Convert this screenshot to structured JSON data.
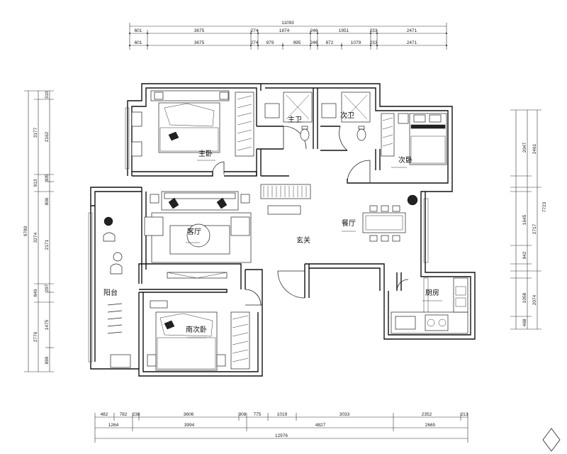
{
  "rooms": {
    "master_bedroom": "主卧",
    "master_bath": "主卫",
    "second_bath": "次卫",
    "second_bedroom": "次卧",
    "living_room": "客厅",
    "entrance": "玄关",
    "dining_room": "餐厅",
    "kitchen": "厨房",
    "balcony": "阳台",
    "south_bedroom": "南次卧"
  },
  "dimensions": {
    "top_total": "11093",
    "top_row1": [
      "601",
      "3675",
      "274",
      "1874",
      "246",
      "1951",
      "233",
      "2471"
    ],
    "top_row2": [
      "601",
      "3675",
      "274",
      "879",
      "995",
      "246",
      "872",
      "1079",
      "233",
      "2471"
    ],
    "left_total": "9780",
    "left_row1": [
      "3177",
      "913",
      "3274",
      "849",
      "2776"
    ],
    "left_row2": [
      "310",
      "2162",
      "305",
      "806",
      "2171",
      "297",
      "1475",
      "899"
    ],
    "right_total": "7723",
    "right_row1": [
      "2047",
      "1645",
      "942",
      "1058",
      "468"
    ],
    "right_row2": [
      "2461",
      "2717",
      "2074"
    ],
    "bottom_row1": [
      "482",
      "782",
      "238",
      "3606",
      "308",
      "775",
      "1019",
      "3033",
      "2352",
      "213"
    ],
    "bottom_row2": [
      "1264",
      "3994",
      "4827",
      "2665"
    ],
    "bottom_total": "12976"
  }
}
